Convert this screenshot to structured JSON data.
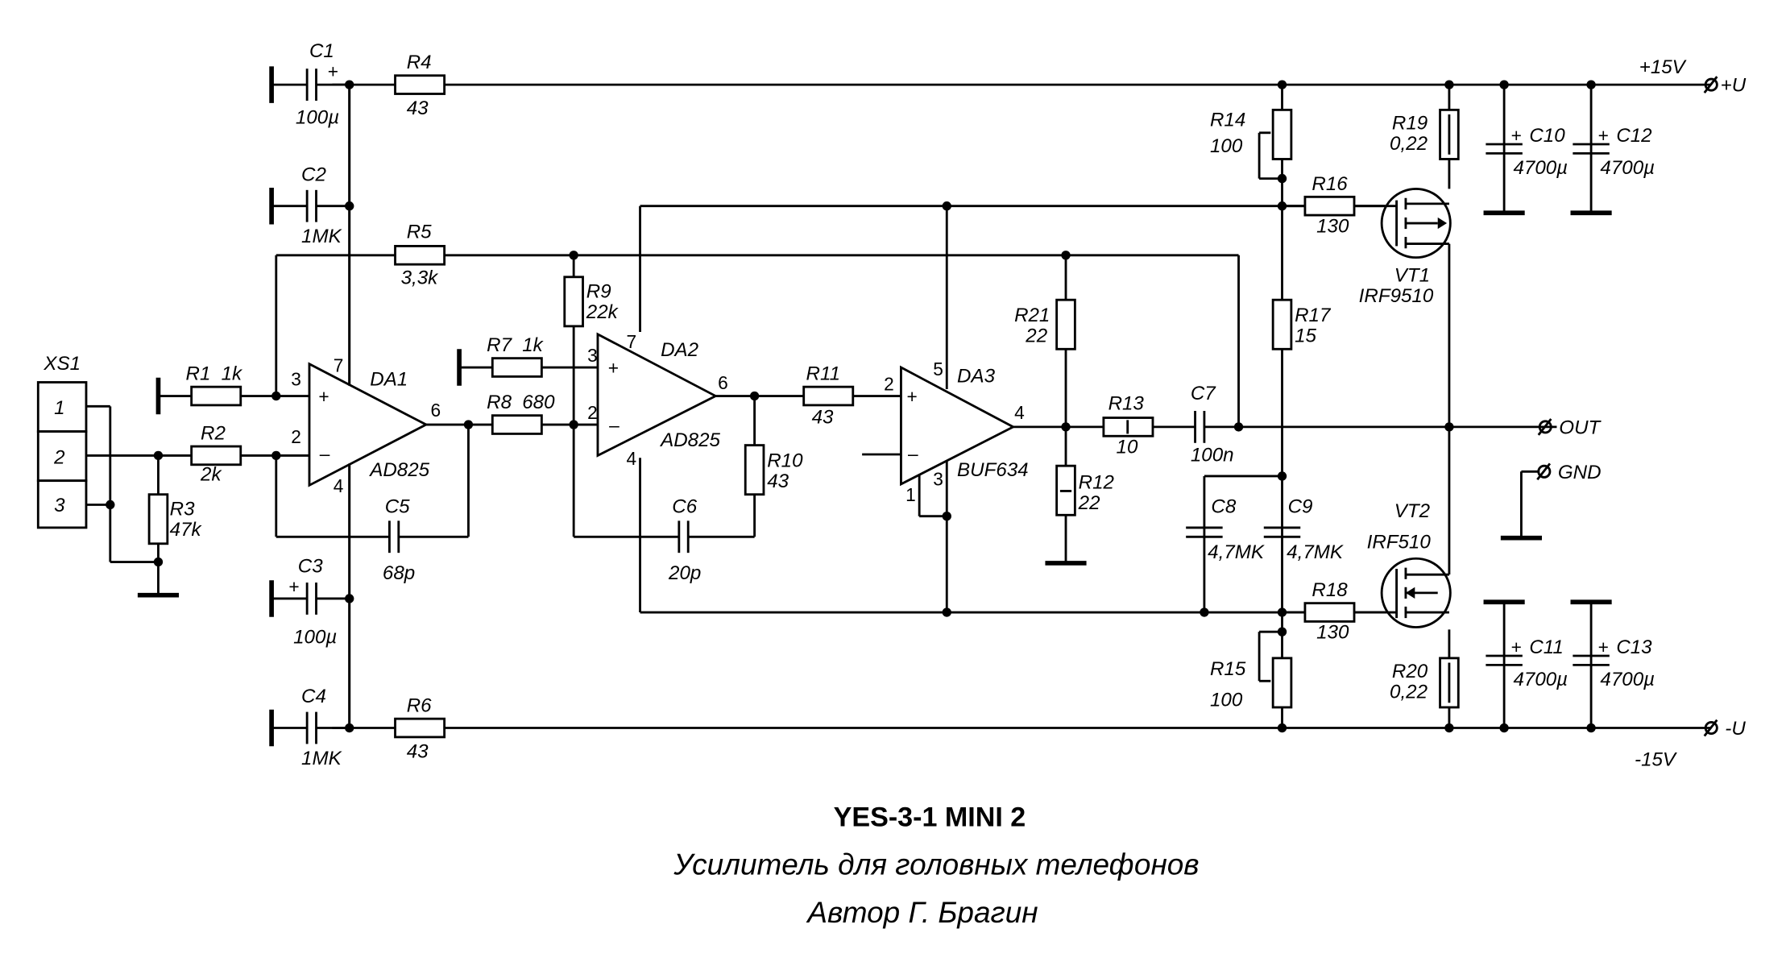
{
  "title": "YES-3-1 MINI 2",
  "subtitle": "Усилитель для головных телефонов",
  "author": "Автор Г. Брагин",
  "rails": {
    "pos_v": "+15V",
    "pos": "+U",
    "neg_v": "-15V",
    "neg": "-U",
    "out": "OUT",
    "gnd": "GND"
  },
  "connector": {
    "name": "XS1",
    "pins": [
      "1",
      "2",
      "3"
    ]
  },
  "parts": {
    "C1": [
      "C1",
      "100µ"
    ],
    "C2": [
      "C2",
      "1MK"
    ],
    "C3": [
      "C3",
      "100µ"
    ],
    "C4": [
      "C4",
      "1MK"
    ],
    "C5": [
      "C5",
      "68p"
    ],
    "C6": [
      "C6",
      "20p"
    ],
    "C7": [
      "C7",
      "100n"
    ],
    "C8": [
      "C8",
      "4,7MK"
    ],
    "C9": [
      "C9",
      "4,7MK"
    ],
    "C10": [
      "C10",
      "4700µ"
    ],
    "C11": [
      "C11",
      "4700µ"
    ],
    "C12": [
      "C12",
      "4700µ"
    ],
    "C13": [
      "C13",
      "4700µ"
    ],
    "R1": [
      "R1",
      "1k"
    ],
    "R2": [
      "R2",
      "2k"
    ],
    "R3": [
      "R3",
      "47k"
    ],
    "R4": [
      "R4",
      "43"
    ],
    "R5": [
      "R5",
      "3,3k"
    ],
    "R6": [
      "R6",
      "43"
    ],
    "R7": [
      "R7",
      "1k"
    ],
    "R8": [
      "R8",
      "680"
    ],
    "R9": [
      "R9",
      "22k"
    ],
    "R10": [
      "R10",
      "43"
    ],
    "R11": [
      "R11",
      "43"
    ],
    "R12": [
      "R12",
      "22"
    ],
    "R13": [
      "R13",
      "10"
    ],
    "R14": [
      "R14",
      "100"
    ],
    "R15": [
      "R15",
      "100"
    ],
    "R16": [
      "R16",
      "130"
    ],
    "R17": [
      "R17",
      "15"
    ],
    "R18": [
      "R18",
      "130"
    ],
    "R19": [
      "R19",
      "0,22"
    ],
    "R20": [
      "R20",
      "0,22"
    ],
    "R21": [
      "R21",
      "22"
    ],
    "DA1": [
      "DA1",
      "AD825"
    ],
    "DA2": [
      "DA2",
      "AD825"
    ],
    "DA3": [
      "DA3",
      "BUF634"
    ],
    "VT1": [
      "VT1",
      "IRF9510"
    ],
    "VT2": [
      "VT2",
      "IRF510"
    ]
  }
}
